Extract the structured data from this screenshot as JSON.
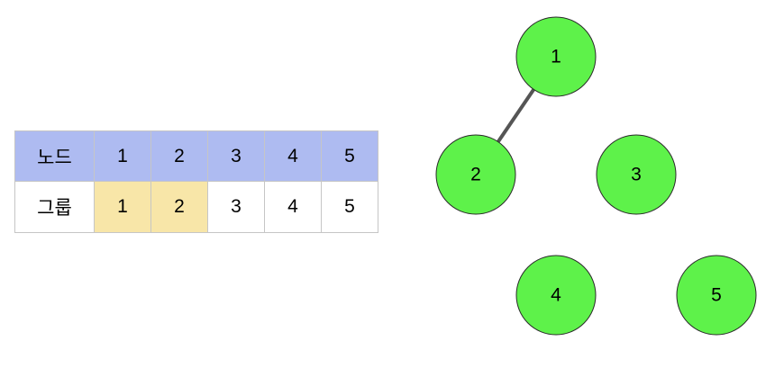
{
  "table": {
    "node_header": "노드",
    "group_header": "그룹",
    "nodes": [
      "1",
      "2",
      "3",
      "4",
      "5"
    ],
    "groups": [
      "1",
      "2",
      "3",
      "4",
      "5"
    ],
    "highlighted_group_indices": [
      0,
      1
    ]
  },
  "graph": {
    "nodes": [
      {
        "id": "1",
        "label": "1"
      },
      {
        "id": "2",
        "label": "2"
      },
      {
        "id": "3",
        "label": "3"
      },
      {
        "id": "4",
        "label": "4"
      },
      {
        "id": "5",
        "label": "5"
      }
    ],
    "edges": [
      {
        "from": "1",
        "to": "2"
      }
    ]
  },
  "colors": {
    "header_row": "#aebbf1",
    "highlight_cell": "#f8e6a8",
    "node_fill": "#5ef24a",
    "node_stroke": "#2a2a2a",
    "edge": "#555555",
    "grid": "#c6c6c6"
  }
}
